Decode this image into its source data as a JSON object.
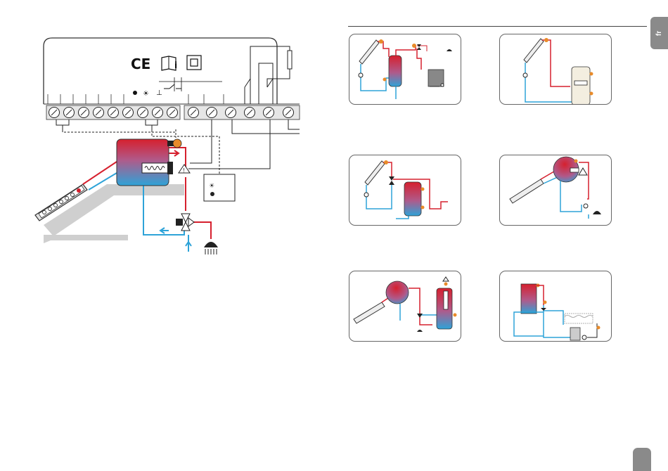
{
  "language_tab": "fr",
  "page_number": "",
  "controller": {
    "ce_mark": "CE",
    "manual_symbol": "i",
    "bulb_symbol": "☀",
    "ground_symbol": "⊥"
  },
  "colors": {
    "hot": "#d6202e",
    "cold": "#2ea3d8",
    "sensor": "#e98b2a",
    "grey": "#cccccc"
  },
  "scheme_panels": [
    {
      "id": "p1",
      "name": "solar-storage-with-boiler"
    },
    {
      "id": "p2",
      "name": "solar-storage-with-heat-exchanger"
    },
    {
      "id": "p3",
      "name": "solar-storage-with-valve-and-loop"
    },
    {
      "id": "p4",
      "name": "solar-thermosiphon-with-tap"
    },
    {
      "id": "p5",
      "name": "thermosiphon-with-second-tank"
    },
    {
      "id": "p6",
      "name": "storage-with-pool"
    }
  ]
}
